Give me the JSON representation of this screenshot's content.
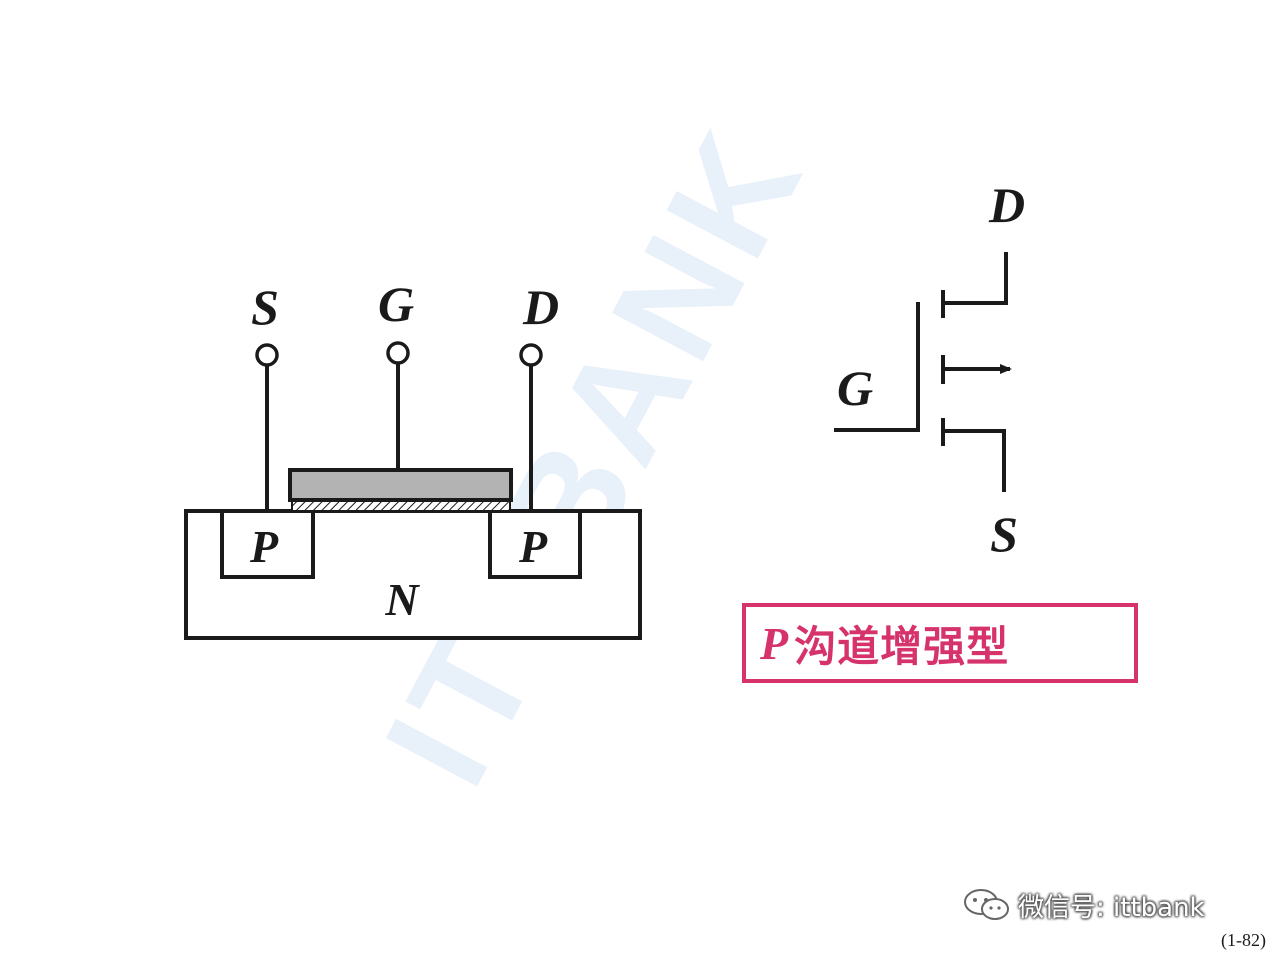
{
  "watermark": "ITTBANK",
  "cross_section": {
    "terminals": {
      "source": "S",
      "gate": "G",
      "drain": "D"
    },
    "regions": {
      "left_well": "P",
      "right_well": "P",
      "substrate": "N"
    }
  },
  "symbol": {
    "drain": "D",
    "gate": "G",
    "source": "S"
  },
  "caption": {
    "letter": "P",
    "text": "沟道增强型"
  },
  "wechat": {
    "label": "微信号: ittbank"
  },
  "page_number": "(1-82)",
  "colors": {
    "line": "#1a1a1a",
    "gate_metal": "#b3b3b3",
    "caption": "#d6336c",
    "watermark": "#e8f0fa"
  }
}
